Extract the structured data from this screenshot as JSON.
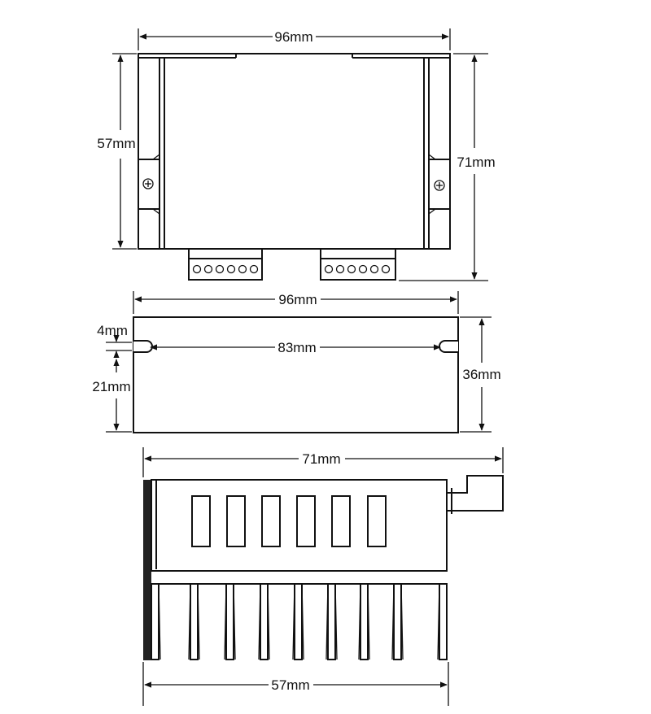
{
  "dimensions": {
    "top_view": {
      "width": "96mm",
      "height_inner": "57mm",
      "height_total": "71mm"
    },
    "side_view": {
      "width": "96mm",
      "hole_spacing": "83mm",
      "slot_offset": "4mm",
      "hole_to_bottom": "21mm",
      "height": "36mm"
    },
    "end_view": {
      "width_total": "71mm",
      "width_base": "57mm"
    }
  },
  "colors": {
    "line": "#111111",
    "background": "#ffffff"
  }
}
